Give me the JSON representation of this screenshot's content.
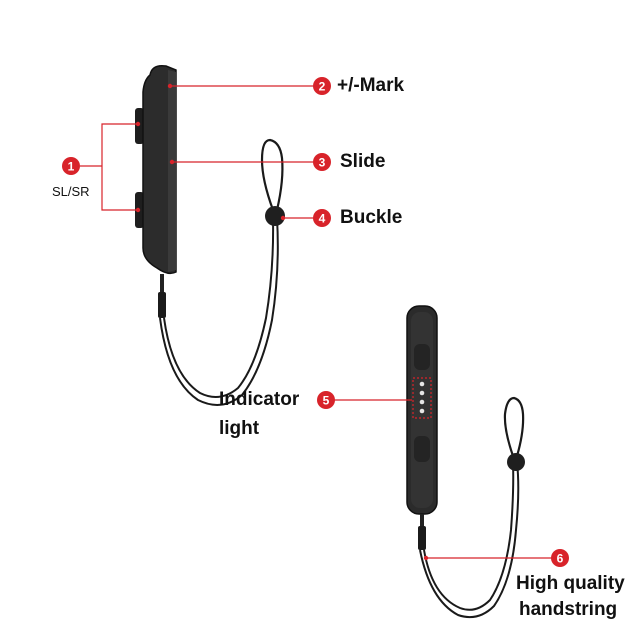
{
  "colors": {
    "accent": "#d8232a",
    "device": "#2b2b2b",
    "device_edge": "#111111",
    "strap": "#1a1a1a"
  },
  "callouts": [
    {
      "number": "1",
      "label": "SL/SR"
    },
    {
      "number": "2",
      "label": "+/-Mark"
    },
    {
      "number": "3",
      "label": "Slide"
    },
    {
      "number": "4",
      "label": "Buckle"
    },
    {
      "number": "5",
      "label_line1": "Indicator",
      "label_line2": "light"
    },
    {
      "number": "6",
      "label_line1": "High quality",
      "label_line2": "handstring"
    }
  ]
}
